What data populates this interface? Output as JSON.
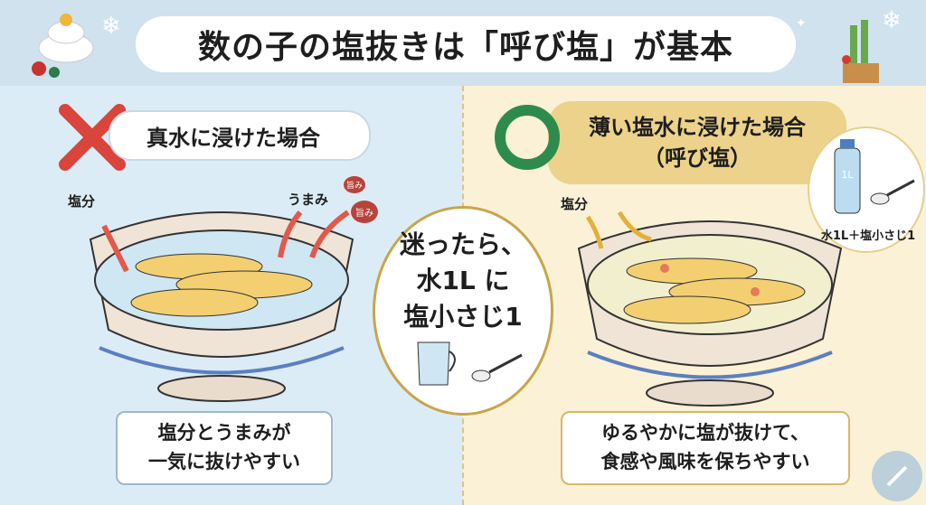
{
  "header": {
    "title": "数の子の塩抜きは「呼び塩」が基本"
  },
  "left_panel": {
    "mark": "cross",
    "mark_color": "#d9443b",
    "heading": "真水に浸けた場合",
    "salt_label": "塩分",
    "umami_label": "うまみ",
    "umami_bubbles": [
      "旨み",
      "旨み"
    ],
    "caption_lines": [
      "塩分とうまみが",
      "一気に抜けやすい"
    ]
  },
  "center": {
    "lines": [
      "迷ったら、",
      "水1L に",
      "塩小さじ1"
    ]
  },
  "right_panel": {
    "mark": "circle",
    "mark_color": "#2e8b4e",
    "heading_line1": "薄い塩水に浸けた場合",
    "heading_line2": "（呼び塩）",
    "salt_label": "塩分",
    "bottle_label": "1L",
    "bubble_label": "水1L＋塩小さじ1",
    "caption_lines": [
      "ゆるやかに塩が抜けて、",
      "食感や風味を保ちやすい"
    ]
  }
}
